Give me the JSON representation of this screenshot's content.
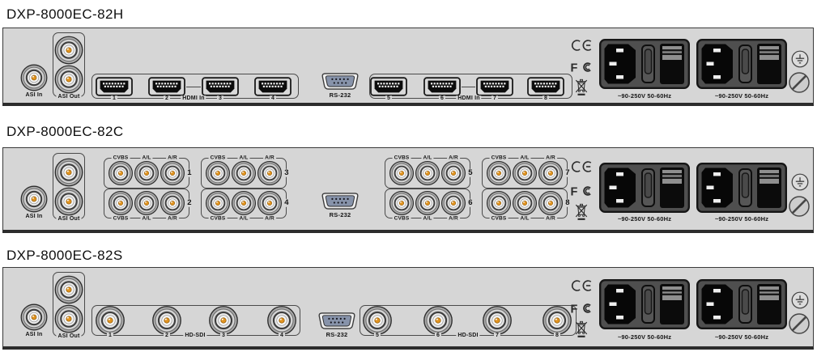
{
  "colors": {
    "panel_background": "#d6d6d6",
    "panel_border": "#3a3a3a",
    "bnc_pin_orange": "#e2941f",
    "rs232_face_blue": "#8793aa",
    "power_module_gray": "#4f4f4f"
  },
  "icon_names": [
    "bnc-connector-icon",
    "hdmi-port-icon",
    "db9-serial-port-icon",
    "power-inlet-module-icon",
    "ce-mark-icon",
    "fcc-mark-icon",
    "weee-bin-icon",
    "ground-terminal-icon",
    "screw-icon"
  ],
  "panels": [
    {
      "title": "DXP-8000EC-82H",
      "asi_in_label": "ASI In",
      "asi_out_label": "ASI Out",
      "rs232_label": "RS-232",
      "connector_groups": [
        {
          "kind": "hdmi",
          "border_labels": [
            "1",
            "2",
            "HDMI In",
            "3",
            "4"
          ]
        },
        {
          "kind": "hdmi",
          "border_labels": [
            "5",
            "6",
            "HDMI In",
            "7",
            "8"
          ]
        }
      ],
      "certifications": [
        "CE",
        "FCC",
        "WEEE"
      ],
      "power_inlet_labels": [
        "~90-250V 50-60Hz",
        "~90-250V 50-60Hz"
      ]
    },
    {
      "title": "DXP-8000EC-82C",
      "asi_in_label": "ASI In",
      "asi_out_label": "ASI Out",
      "rs232_label": "RS-232",
      "connector_groups": [
        {
          "kind": "cvbs",
          "top_labels": [
            "CVBS",
            "A/L",
            "A/R"
          ],
          "top_channel": "1",
          "bottom_labels": [
            "CVBS",
            "A/L",
            "A/R"
          ],
          "bottom_channel": "2"
        },
        {
          "kind": "cvbs",
          "top_labels": [
            "CVBS",
            "A/L",
            "A/R"
          ],
          "top_channel": "3",
          "bottom_labels": [
            "CVBS",
            "A/L",
            "A/R"
          ],
          "bottom_channel": "4"
        },
        {
          "kind": "cvbs",
          "top_labels": [
            "CVBS",
            "A/L",
            "A/R"
          ],
          "top_channel": "5",
          "bottom_labels": [
            "CVBS",
            "A/L",
            "A/R"
          ],
          "bottom_channel": "6"
        },
        {
          "kind": "cvbs",
          "top_labels": [
            "CVBS",
            "A/L",
            "A/R"
          ],
          "top_channel": "7",
          "bottom_labels": [
            "CVBS",
            "A/L",
            "A/R"
          ],
          "bottom_channel": "8"
        }
      ],
      "certifications": [
        "CE",
        "FCC",
        "WEEE"
      ],
      "power_inlet_labels": [
        "~90-250V 50-60Hz",
        "~90-250V 50-60Hz"
      ]
    },
    {
      "title": "DXP-8000EC-82S",
      "asi_in_label": "ASI In",
      "asi_out_label": "ASI Out",
      "rs232_label": "RS-232",
      "connector_groups": [
        {
          "kind": "hdsdi",
          "border_labels": [
            "1",
            "2",
            "HD-SDI",
            "3",
            "4"
          ]
        },
        {
          "kind": "hdsdi",
          "border_labels": [
            "5",
            "6",
            "HD-SDI",
            "7",
            "8"
          ]
        }
      ],
      "certifications": [
        "CE",
        "FCC",
        "WEEE"
      ],
      "power_inlet_labels": [
        "~90-250V 50-60Hz",
        "~90-250V 50-60Hz"
      ]
    }
  ]
}
